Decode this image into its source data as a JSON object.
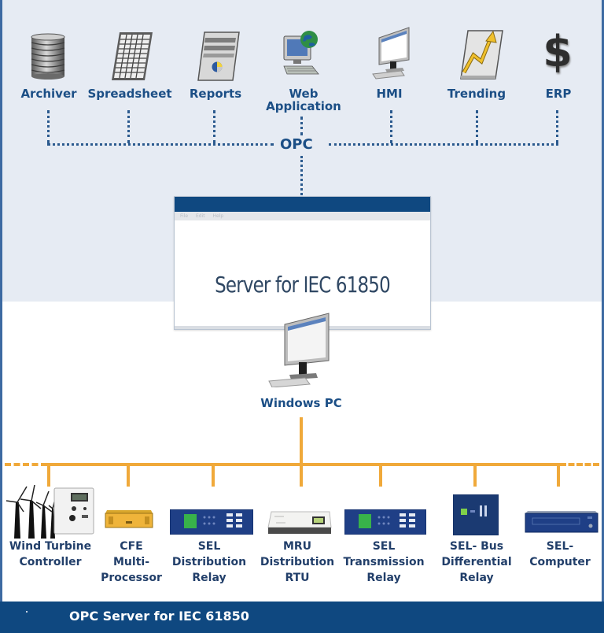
{
  "diagram": {
    "title": "OPC Server for IEC 61850",
    "protocol_label": "OPC",
    "colors": {
      "top_background": "#e6ebf3",
      "brand_blue": "#0f4880",
      "label_blue": "#1c4f86",
      "bus_orange": "#f0a93a"
    },
    "clients": [
      {
        "id": "archiver",
        "label": "Archiver",
        "icon": "database-icon"
      },
      {
        "id": "spreadsheet",
        "label": "Spreadsheet",
        "icon": "spreadsheet-icon"
      },
      {
        "id": "reports",
        "label": "Reports",
        "icon": "report-document-icon"
      },
      {
        "id": "web-application",
        "label": "Web Application",
        "label_lines": [
          "Web",
          "Application"
        ],
        "icon": "computer-globe-icon"
      },
      {
        "id": "hmi",
        "label": "HMI",
        "icon": "monitor-icon"
      },
      {
        "id": "trending",
        "label": "Trending",
        "icon": "trend-chart-icon"
      },
      {
        "id": "erp",
        "label": "ERP",
        "icon": "dollar-icon"
      }
    ],
    "server_window": {
      "menu": [
        "File",
        "Edit",
        "Help"
      ],
      "title": "Server for IEC 61850"
    },
    "host": {
      "label": "Windows PC",
      "icon": "desktop-computer-icon"
    },
    "devices": [
      {
        "id": "wind-turbine-controller",
        "label_lines": [
          "Wind Turbine",
          "Controller"
        ],
        "icon": "wind-turbine-icon"
      },
      {
        "id": "cfe-multi-processor",
        "label_lines": [
          "CFE",
          "Multi-",
          "Processor"
        ],
        "icon": "processor-box-icon"
      },
      {
        "id": "sel-distribution-relay",
        "label_lines": [
          "SEL",
          "Distribution",
          "Relay"
        ],
        "icon": "relay-panel-icon"
      },
      {
        "id": "mru-distribution-rtu",
        "label_lines": [
          "MRU",
          "Distribution",
          "RTU"
        ],
        "icon": "rtu-device-icon"
      },
      {
        "id": "sel-transmission-relay",
        "label_lines": [
          "SEL",
          "Transmission",
          "Relay"
        ],
        "icon": "relay-panel-icon"
      },
      {
        "id": "sel-bus-differential-relay",
        "label_lines": [
          "SEL- Bus",
          "Differential",
          "Relay"
        ],
        "icon": "relay-square-icon"
      },
      {
        "id": "sel-computer",
        "label_lines": [
          "SEL-",
          "Computer"
        ],
        "icon": "rack-computer-icon"
      }
    ]
  }
}
